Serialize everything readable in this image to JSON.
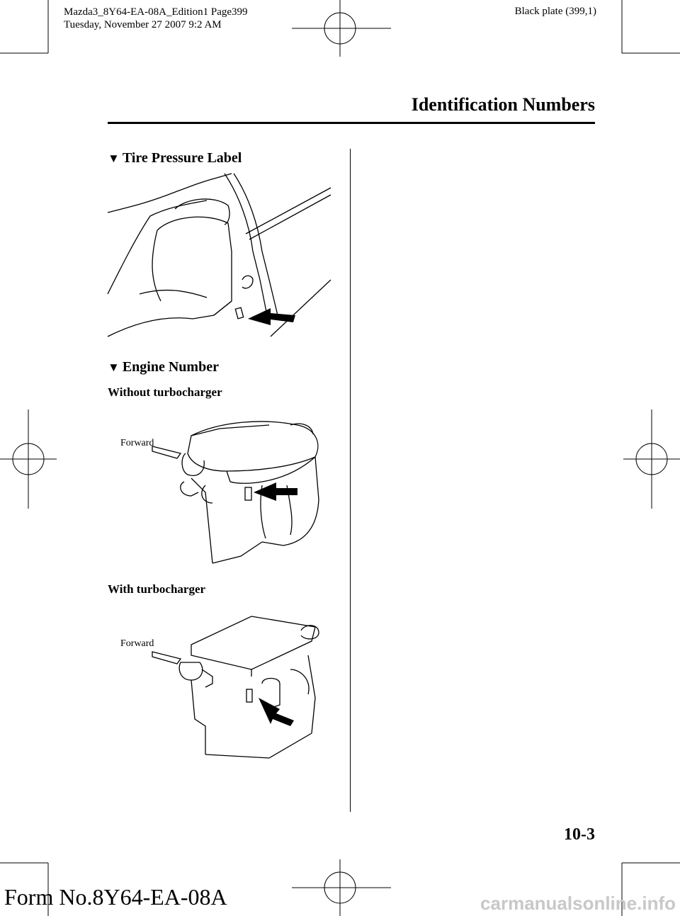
{
  "header": {
    "file_line": "Mazda3_8Y64-EA-08A_Edition1 Page399",
    "date_line": "Tuesday, November 27 2007 9:2 AM",
    "plate": "Black plate (399,1)"
  },
  "section_title": "Identification Numbers",
  "tire": {
    "heading": "Tire Pressure Label"
  },
  "engine": {
    "heading": "Engine Number",
    "without_label": "Without turbocharger",
    "with_label": "With turbocharger",
    "forward_1": "Forward",
    "forward_2": "Forward"
  },
  "page_number": "10-3",
  "form_number": "Form No.8Y64-EA-08A",
  "watermark": "carmanualsonline.info",
  "icons": [
    "triangle-bullet-icon",
    "registration-crosshair-icon"
  ]
}
